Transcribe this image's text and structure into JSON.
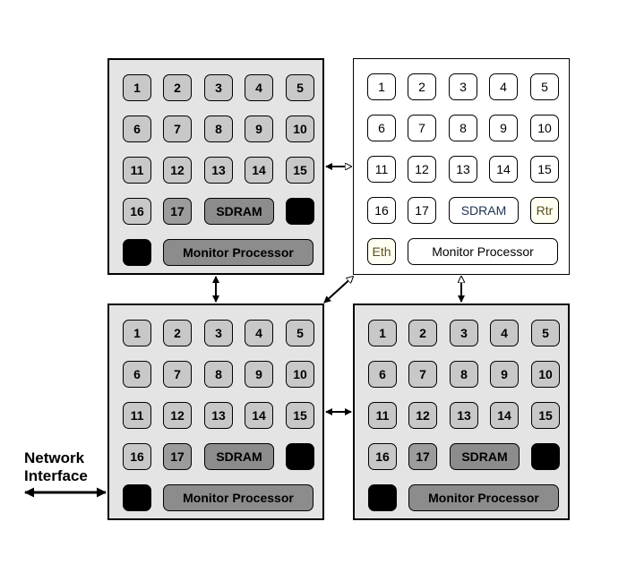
{
  "boards": [
    {
      "style": "gray",
      "cells": [
        {
          "label": "1",
          "shade": "light"
        },
        {
          "label": "2",
          "shade": "light"
        },
        {
          "label": "3",
          "shade": "light"
        },
        {
          "label": "4",
          "shade": "light"
        },
        {
          "label": "5",
          "shade": "light"
        },
        {
          "label": "6",
          "shade": "light"
        },
        {
          "label": "7",
          "shade": "light"
        },
        {
          "label": "8",
          "shade": "light"
        },
        {
          "label": "9",
          "shade": "light"
        },
        {
          "label": "10",
          "shade": "light"
        },
        {
          "label": "11",
          "shade": "light"
        },
        {
          "label": "12",
          "shade": "light"
        },
        {
          "label": "13",
          "shade": "light"
        },
        {
          "label": "14",
          "shade": "light"
        },
        {
          "label": "15",
          "shade": "light"
        },
        {
          "label": "16",
          "shade": "light"
        },
        {
          "label": "17",
          "shade": "dark"
        },
        {
          "label": "SDRAM",
          "shade": "sdram"
        },
        {
          "label": "",
          "shade": "black"
        },
        {
          "label": "",
          "shade": "black"
        },
        {
          "label": "Monitor Processor",
          "shade": "monitor"
        }
      ]
    },
    {
      "style": "white",
      "cells": [
        {
          "label": "1",
          "shade": "light"
        },
        {
          "label": "2",
          "shade": "light"
        },
        {
          "label": "3",
          "shade": "light"
        },
        {
          "label": "4",
          "shade": "light"
        },
        {
          "label": "5",
          "shade": "light"
        },
        {
          "label": "6",
          "shade": "light"
        },
        {
          "label": "7",
          "shade": "light"
        },
        {
          "label": "8",
          "shade": "light"
        },
        {
          "label": "9",
          "shade": "light"
        },
        {
          "label": "10",
          "shade": "light"
        },
        {
          "label": "11",
          "shade": "light"
        },
        {
          "label": "12",
          "shade": "light"
        },
        {
          "label": "13",
          "shade": "light"
        },
        {
          "label": "14",
          "shade": "light"
        },
        {
          "label": "15",
          "shade": "light"
        },
        {
          "label": "16",
          "shade": "light"
        },
        {
          "label": "17",
          "shade": "light"
        },
        {
          "label": "SDRAM",
          "shade": "sdram"
        },
        {
          "label": "Rtr",
          "shade": "rtr"
        },
        {
          "label": "Eth",
          "shade": "eth"
        },
        {
          "label": "Monitor Processor",
          "shade": "monitor"
        }
      ]
    },
    {
      "style": "gray",
      "cells": [
        {
          "label": "1",
          "shade": "light"
        },
        {
          "label": "2",
          "shade": "light"
        },
        {
          "label": "3",
          "shade": "light"
        },
        {
          "label": "4",
          "shade": "light"
        },
        {
          "label": "5",
          "shade": "light"
        },
        {
          "label": "6",
          "shade": "light"
        },
        {
          "label": "7",
          "shade": "light"
        },
        {
          "label": "8",
          "shade": "light"
        },
        {
          "label": "9",
          "shade": "light"
        },
        {
          "label": "10",
          "shade": "light"
        },
        {
          "label": "11",
          "shade": "light"
        },
        {
          "label": "12",
          "shade": "light"
        },
        {
          "label": "13",
          "shade": "light"
        },
        {
          "label": "14",
          "shade": "light"
        },
        {
          "label": "15",
          "shade": "light"
        },
        {
          "label": "16",
          "shade": "light"
        },
        {
          "label": "17",
          "shade": "dark"
        },
        {
          "label": "SDRAM",
          "shade": "sdram"
        },
        {
          "label": "",
          "shade": "black"
        },
        {
          "label": "",
          "shade": "black"
        },
        {
          "label": "Monitor Processor",
          "shade": "monitor"
        }
      ]
    },
    {
      "style": "gray",
      "cells": [
        {
          "label": "1",
          "shade": "light"
        },
        {
          "label": "2",
          "shade": "light"
        },
        {
          "label": "3",
          "shade": "light"
        },
        {
          "label": "4",
          "shade": "light"
        },
        {
          "label": "5",
          "shade": "light"
        },
        {
          "label": "6",
          "shade": "light"
        },
        {
          "label": "7",
          "shade": "light"
        },
        {
          "label": "8",
          "shade": "light"
        },
        {
          "label": "9",
          "shade": "light"
        },
        {
          "label": "10",
          "shade": "light"
        },
        {
          "label": "11",
          "shade": "light"
        },
        {
          "label": "12",
          "shade": "light"
        },
        {
          "label": "13",
          "shade": "light"
        },
        {
          "label": "14",
          "shade": "light"
        },
        {
          "label": "15",
          "shade": "light"
        },
        {
          "label": "16",
          "shade": "light"
        },
        {
          "label": "17",
          "shade": "dark"
        },
        {
          "label": "SDRAM",
          "shade": "sdram"
        },
        {
          "label": "",
          "shade": "black"
        },
        {
          "label": "",
          "shade": "black"
        },
        {
          "label": "Monitor Processor",
          "shade": "monitor"
        }
      ]
    }
  ],
  "network_label_line1": "Network",
  "network_label_line2": "Interface",
  "colors": {
    "board_gray": "#e4e4e4",
    "cell_light": "#c8c8c8",
    "cell_dark": "#9c9c9c",
    "cell_sdram": "#8c8c8c",
    "cell_black": "#000000",
    "rtr_eth_text": "#5a5020"
  }
}
